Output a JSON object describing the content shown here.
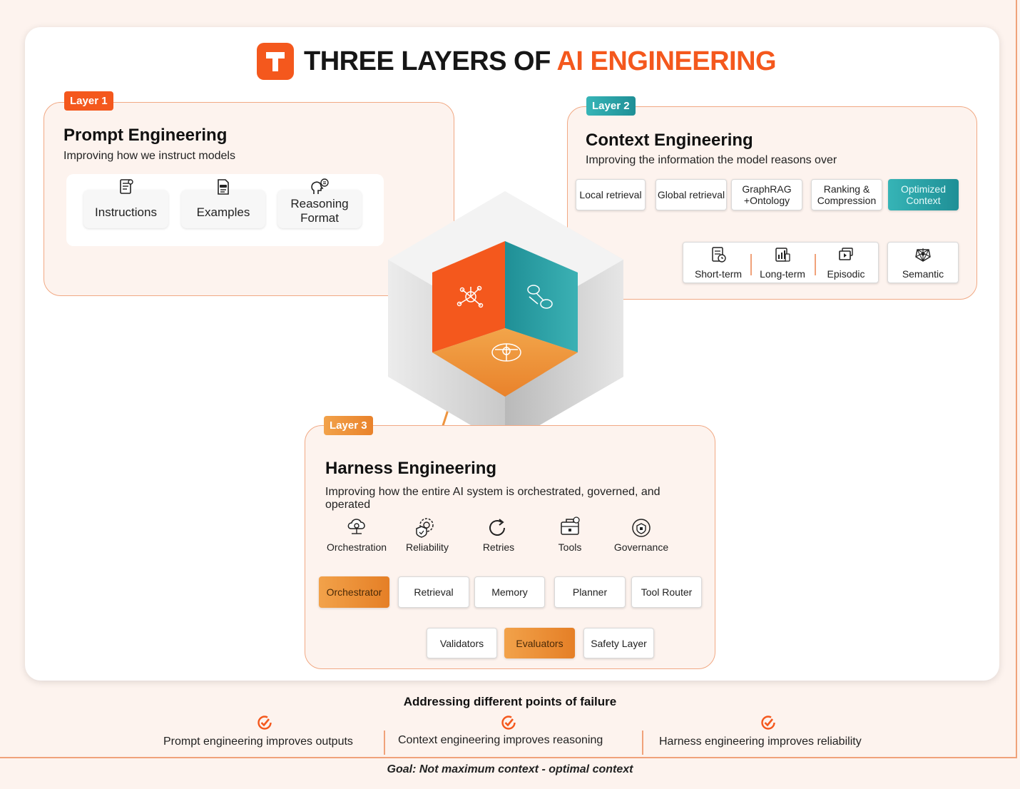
{
  "title": {
    "part1": "THREE LAYERS OF",
    "part2": "AI ENGINEERING",
    "logo_letter": "T"
  },
  "colors": {
    "accent": "#f4581d",
    "teal": "#2aa3a7",
    "amber": "#eb8f34",
    "panel_bg": "#fdf3ee"
  },
  "layer1": {
    "tag": "Layer 1",
    "title": "Prompt Engineering",
    "subtitle": "Improving how we instruct models",
    "items": [
      {
        "label": "Instructions",
        "icon": "document-icon"
      },
      {
        "label": "Examples",
        "icon": "file-list-icon"
      },
      {
        "label": "Reasoning Format",
        "icon": "head-idea-icon"
      }
    ]
  },
  "layer2": {
    "tag": "Layer 2",
    "title": "Context Engineering",
    "subtitle": "Improving the information the model reasons over",
    "pipeline": [
      "Local retrieval",
      "Global retrieval",
      "GraphRAG +Ontology",
      "Ranking & Compression",
      "Optimized Context"
    ],
    "memory": [
      {
        "label": "Short-term",
        "icon": "server-clock-icon"
      },
      {
        "label": "Long-term",
        "icon": "database-chart-icon"
      },
      {
        "label": "Episodic",
        "icon": "media-stack-icon"
      },
      {
        "label": "Semantic",
        "icon": "network-icon"
      }
    ]
  },
  "layer3": {
    "tag": "Layer 3",
    "title": "Harness Engineering",
    "subtitle": "Improving how the entire AI system is orchestrated, governed, and operated",
    "capabilities": [
      {
        "label": "Orchestration",
        "icon": "cloud-gear-icon"
      },
      {
        "label": "Reliability",
        "icon": "shield-gear-icon"
      },
      {
        "label": "Retries",
        "icon": "retry-icon"
      },
      {
        "label": "Tools",
        "icon": "toolbox-icon"
      },
      {
        "label": "Governance",
        "icon": "governance-icon"
      }
    ],
    "pipeline_row1": [
      "Orchestrator",
      "Retrieval",
      "Memory",
      "Planner",
      "Tool Router"
    ],
    "pipeline_row2": [
      "Validators",
      "Evaluators",
      "Safety Layer"
    ]
  },
  "footer": {
    "heading": "Addressing different points of failure",
    "items": [
      "Prompt engineering improves outputs",
      "Context engineering improves reasoning",
      "Harness engineering improves reliability"
    ],
    "goal": "Goal: Not maximum context - optimal context"
  }
}
